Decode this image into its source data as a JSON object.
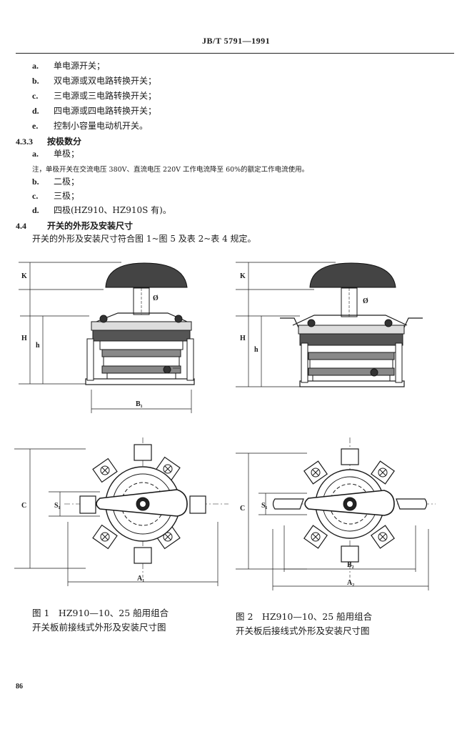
{
  "header": {
    "doc_code": "JB/T 5791—1991"
  },
  "list_a": [
    {
      "marker": "a.",
      "text": "单电源开关；"
    },
    {
      "marker": "b.",
      "text": "双电源或双电路转换开关；"
    },
    {
      "marker": "c.",
      "text": "三电源或三电路转换开关；"
    },
    {
      "marker": "d.",
      "text": "四电源或四电路转换开关；"
    },
    {
      "marker": "e.",
      "text": "控制小容量电动机开关。"
    }
  ],
  "section_433": {
    "number": "4.3.3",
    "title": "按极数分"
  },
  "list_b1": {
    "marker": "a.",
    "text": "单极；"
  },
  "note": "注，单极开关在交流电压 380V、直流电压 220V 工作电流降至 60%的额定工作电流使用。",
  "list_b2": [
    {
      "marker": "b.",
      "text": "二极；"
    },
    {
      "marker": "c.",
      "text": "三极；"
    },
    {
      "marker": "d.",
      "text": "四极(HZ910、HZ910S 有)。"
    }
  ],
  "section_44": {
    "number": "4.4",
    "title": "开关的外形及安装尺寸"
  },
  "paragraph": "开关的外形及安装尺寸符合图 1~图 5 及表 2~表 4 规定。",
  "figure1": {
    "labels": {
      "K": "K",
      "H": "H",
      "h": "h",
      "phi": "Ø",
      "B1": "B₁",
      "C": "C",
      "S1": "S₁",
      "A1": "A₁"
    },
    "caption_line1": "图 1　HZ910—10、25 船用组合",
    "caption_line2": "开关板前接线式外形及安装尺寸图"
  },
  "figure2": {
    "labels": {
      "K": "K",
      "H": "H",
      "h": "h",
      "phi": "Ø",
      "C": "C",
      "S1": "S₁",
      "B2": "B₂",
      "A2": "A₂"
    },
    "caption_line1": "图 2　HZ910—10、25 船用组合",
    "caption_line2": "开关板后接线式外形及安装尺寸图"
  },
  "page_number": "86"
}
